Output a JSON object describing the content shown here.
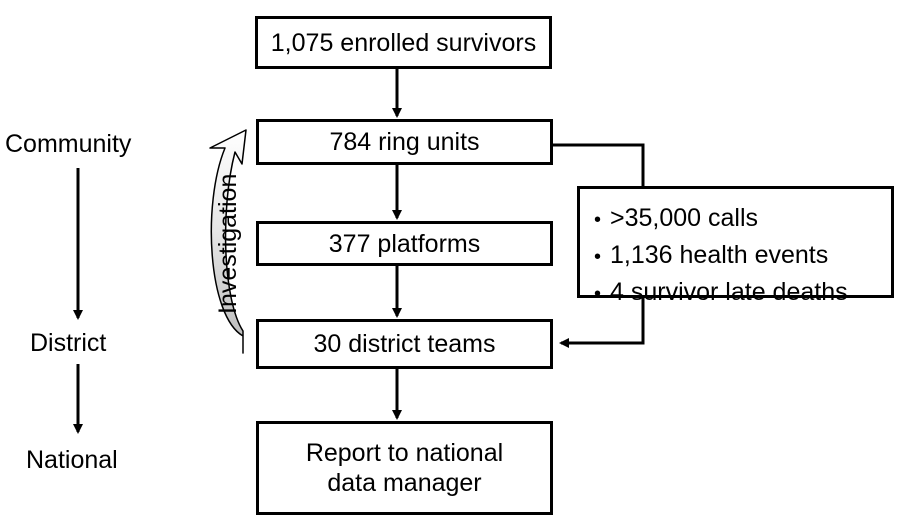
{
  "levels": {
    "community": "Community",
    "district": "District",
    "national": "National"
  },
  "boxes": {
    "enrolled": "1,075 enrolled survivors",
    "ring_units": "784 ring units",
    "platforms": "377 platforms",
    "district_teams": "30 district teams",
    "report_line1": "Report to national",
    "report_line2": "data manager"
  },
  "stats": {
    "items": [
      ">35,000 calls",
      "1,136 health events",
      "4 survivor late deaths"
    ]
  },
  "loop_label": "Investigation"
}
